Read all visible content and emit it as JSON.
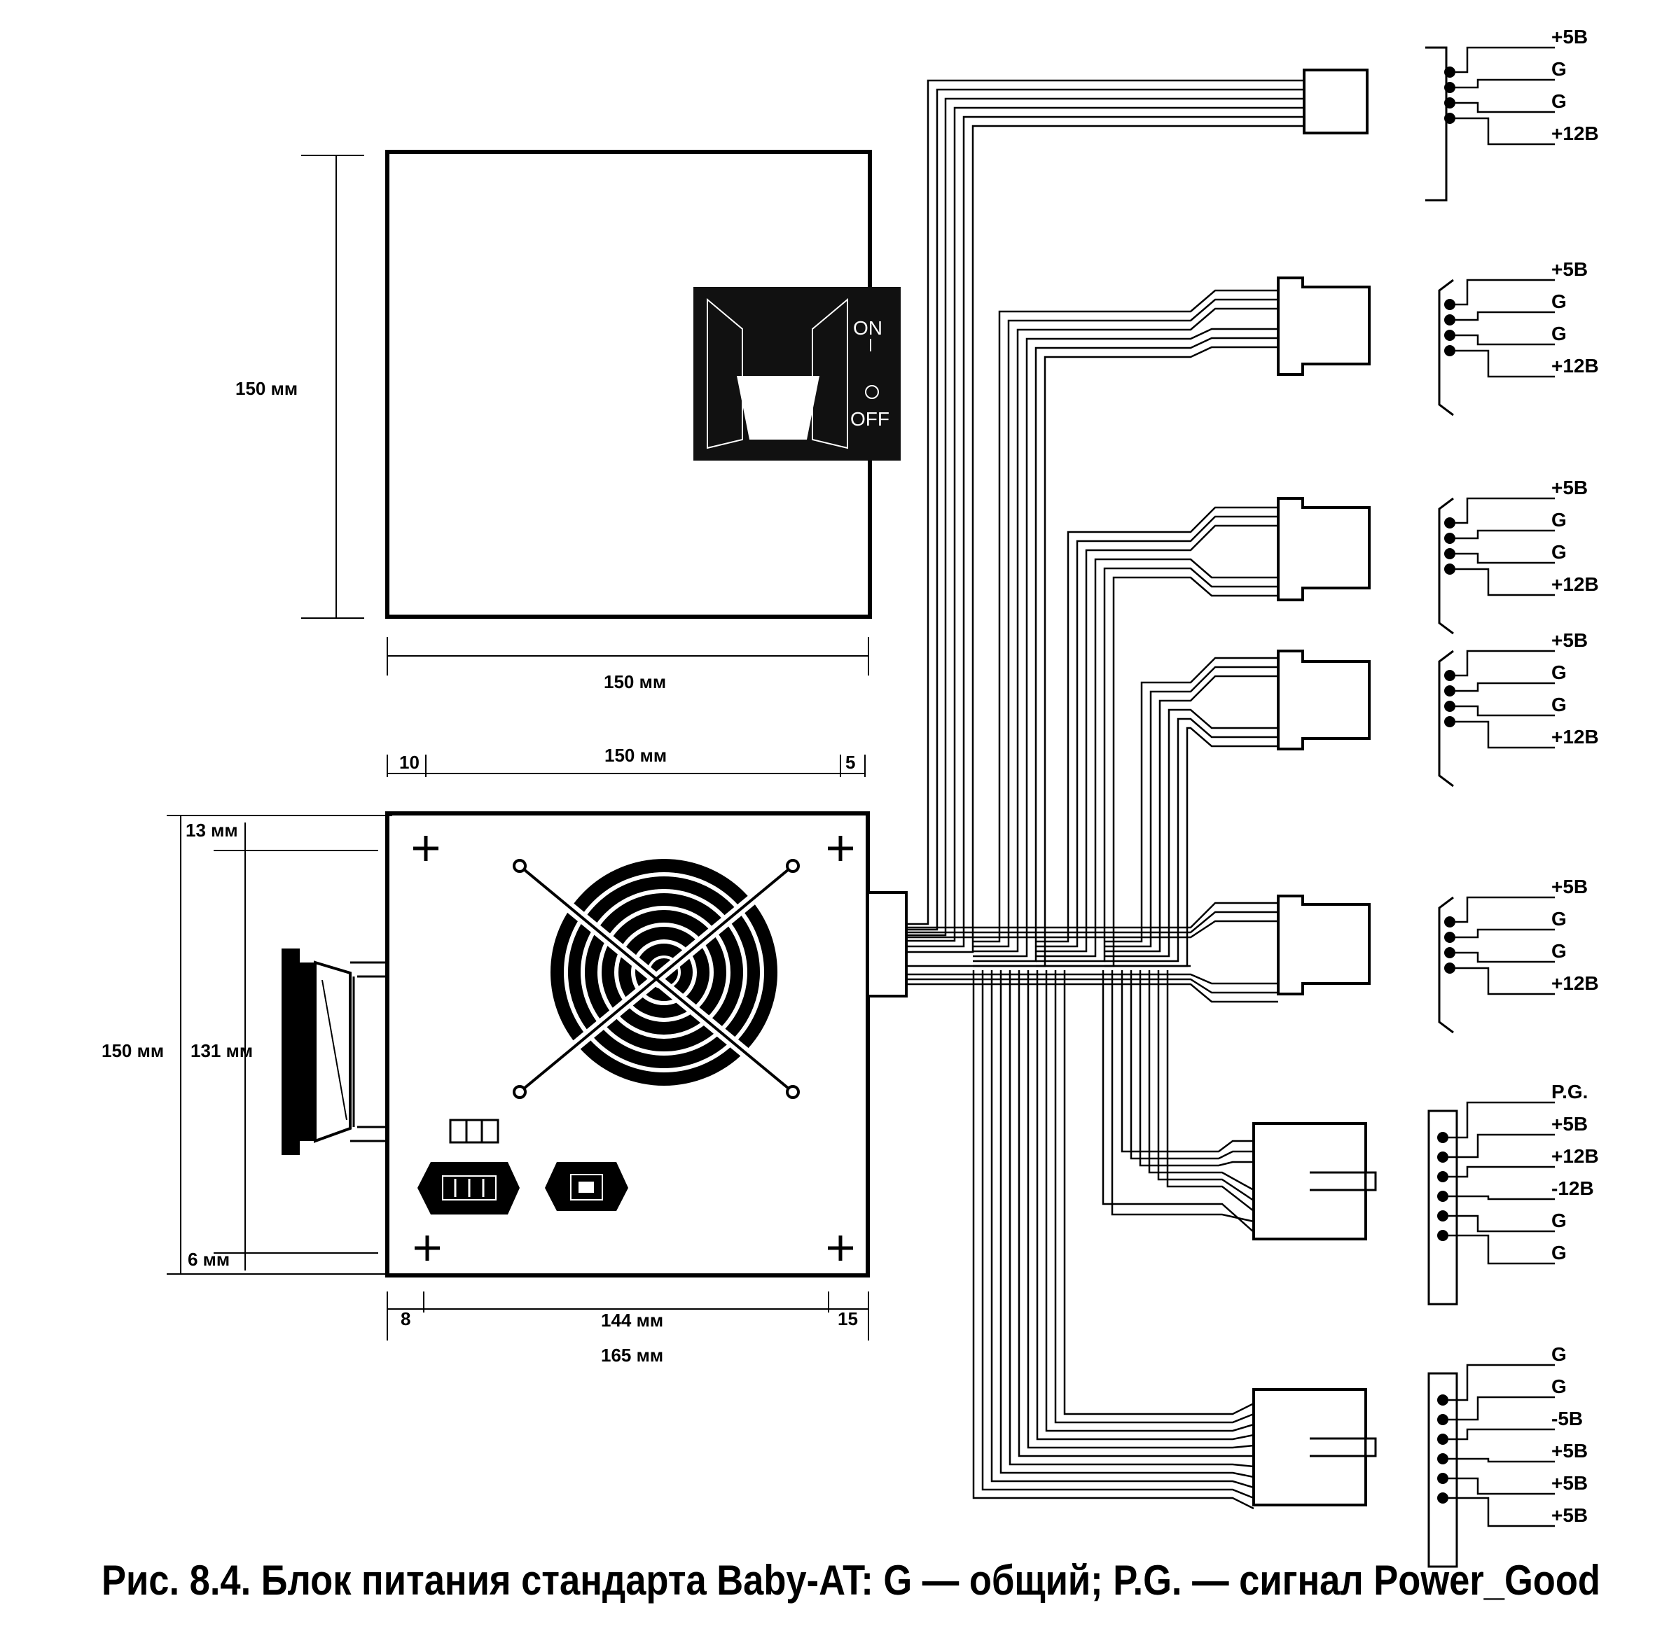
{
  "caption": "Рис. 8.4. Блок питания стандарта Baby-AT: G — общий; P.G. — сигнал Power_Good",
  "top_view": {
    "height_label": "150 мм",
    "width_label": "150 мм",
    "switch": {
      "on_label": "ON",
      "off_label": "OFF"
    }
  },
  "rear_view": {
    "top_dims": {
      "left": "10",
      "middle": "150 мм",
      "right": "5"
    },
    "left_dims": {
      "total": "150 мм",
      "inner": "131 мм",
      "top_offset": "13 мм",
      "bottom_offset": "6 мм"
    },
    "bottom_dims": {
      "left": "8",
      "middle": "144 мм",
      "right": "15",
      "total": "165 мм"
    }
  },
  "connectors": [
    {
      "id": "floppy",
      "pins": [
        "+5В",
        "G",
        "G",
        "+12В"
      ]
    },
    {
      "id": "molex-1",
      "pins": [
        "+5В",
        "G",
        "G",
        "+12В"
      ]
    },
    {
      "id": "molex-2",
      "pins": [
        "+5В",
        "G",
        "G",
        "+12В"
      ]
    },
    {
      "id": "molex-3",
      "pins": [
        "+5В",
        "G",
        "G",
        "+12В"
      ]
    },
    {
      "id": "molex-4",
      "pins": [
        "+5В",
        "G",
        "G",
        "+12В"
      ]
    },
    {
      "id": "p8",
      "pins": [
        "P.G.",
        "+5В",
        "+12В",
        "-12В",
        "G",
        "G"
      ]
    },
    {
      "id": "p9",
      "pins": [
        "G",
        "G",
        "-5В",
        "+5В",
        "+5В",
        "+5В"
      ]
    }
  ]
}
